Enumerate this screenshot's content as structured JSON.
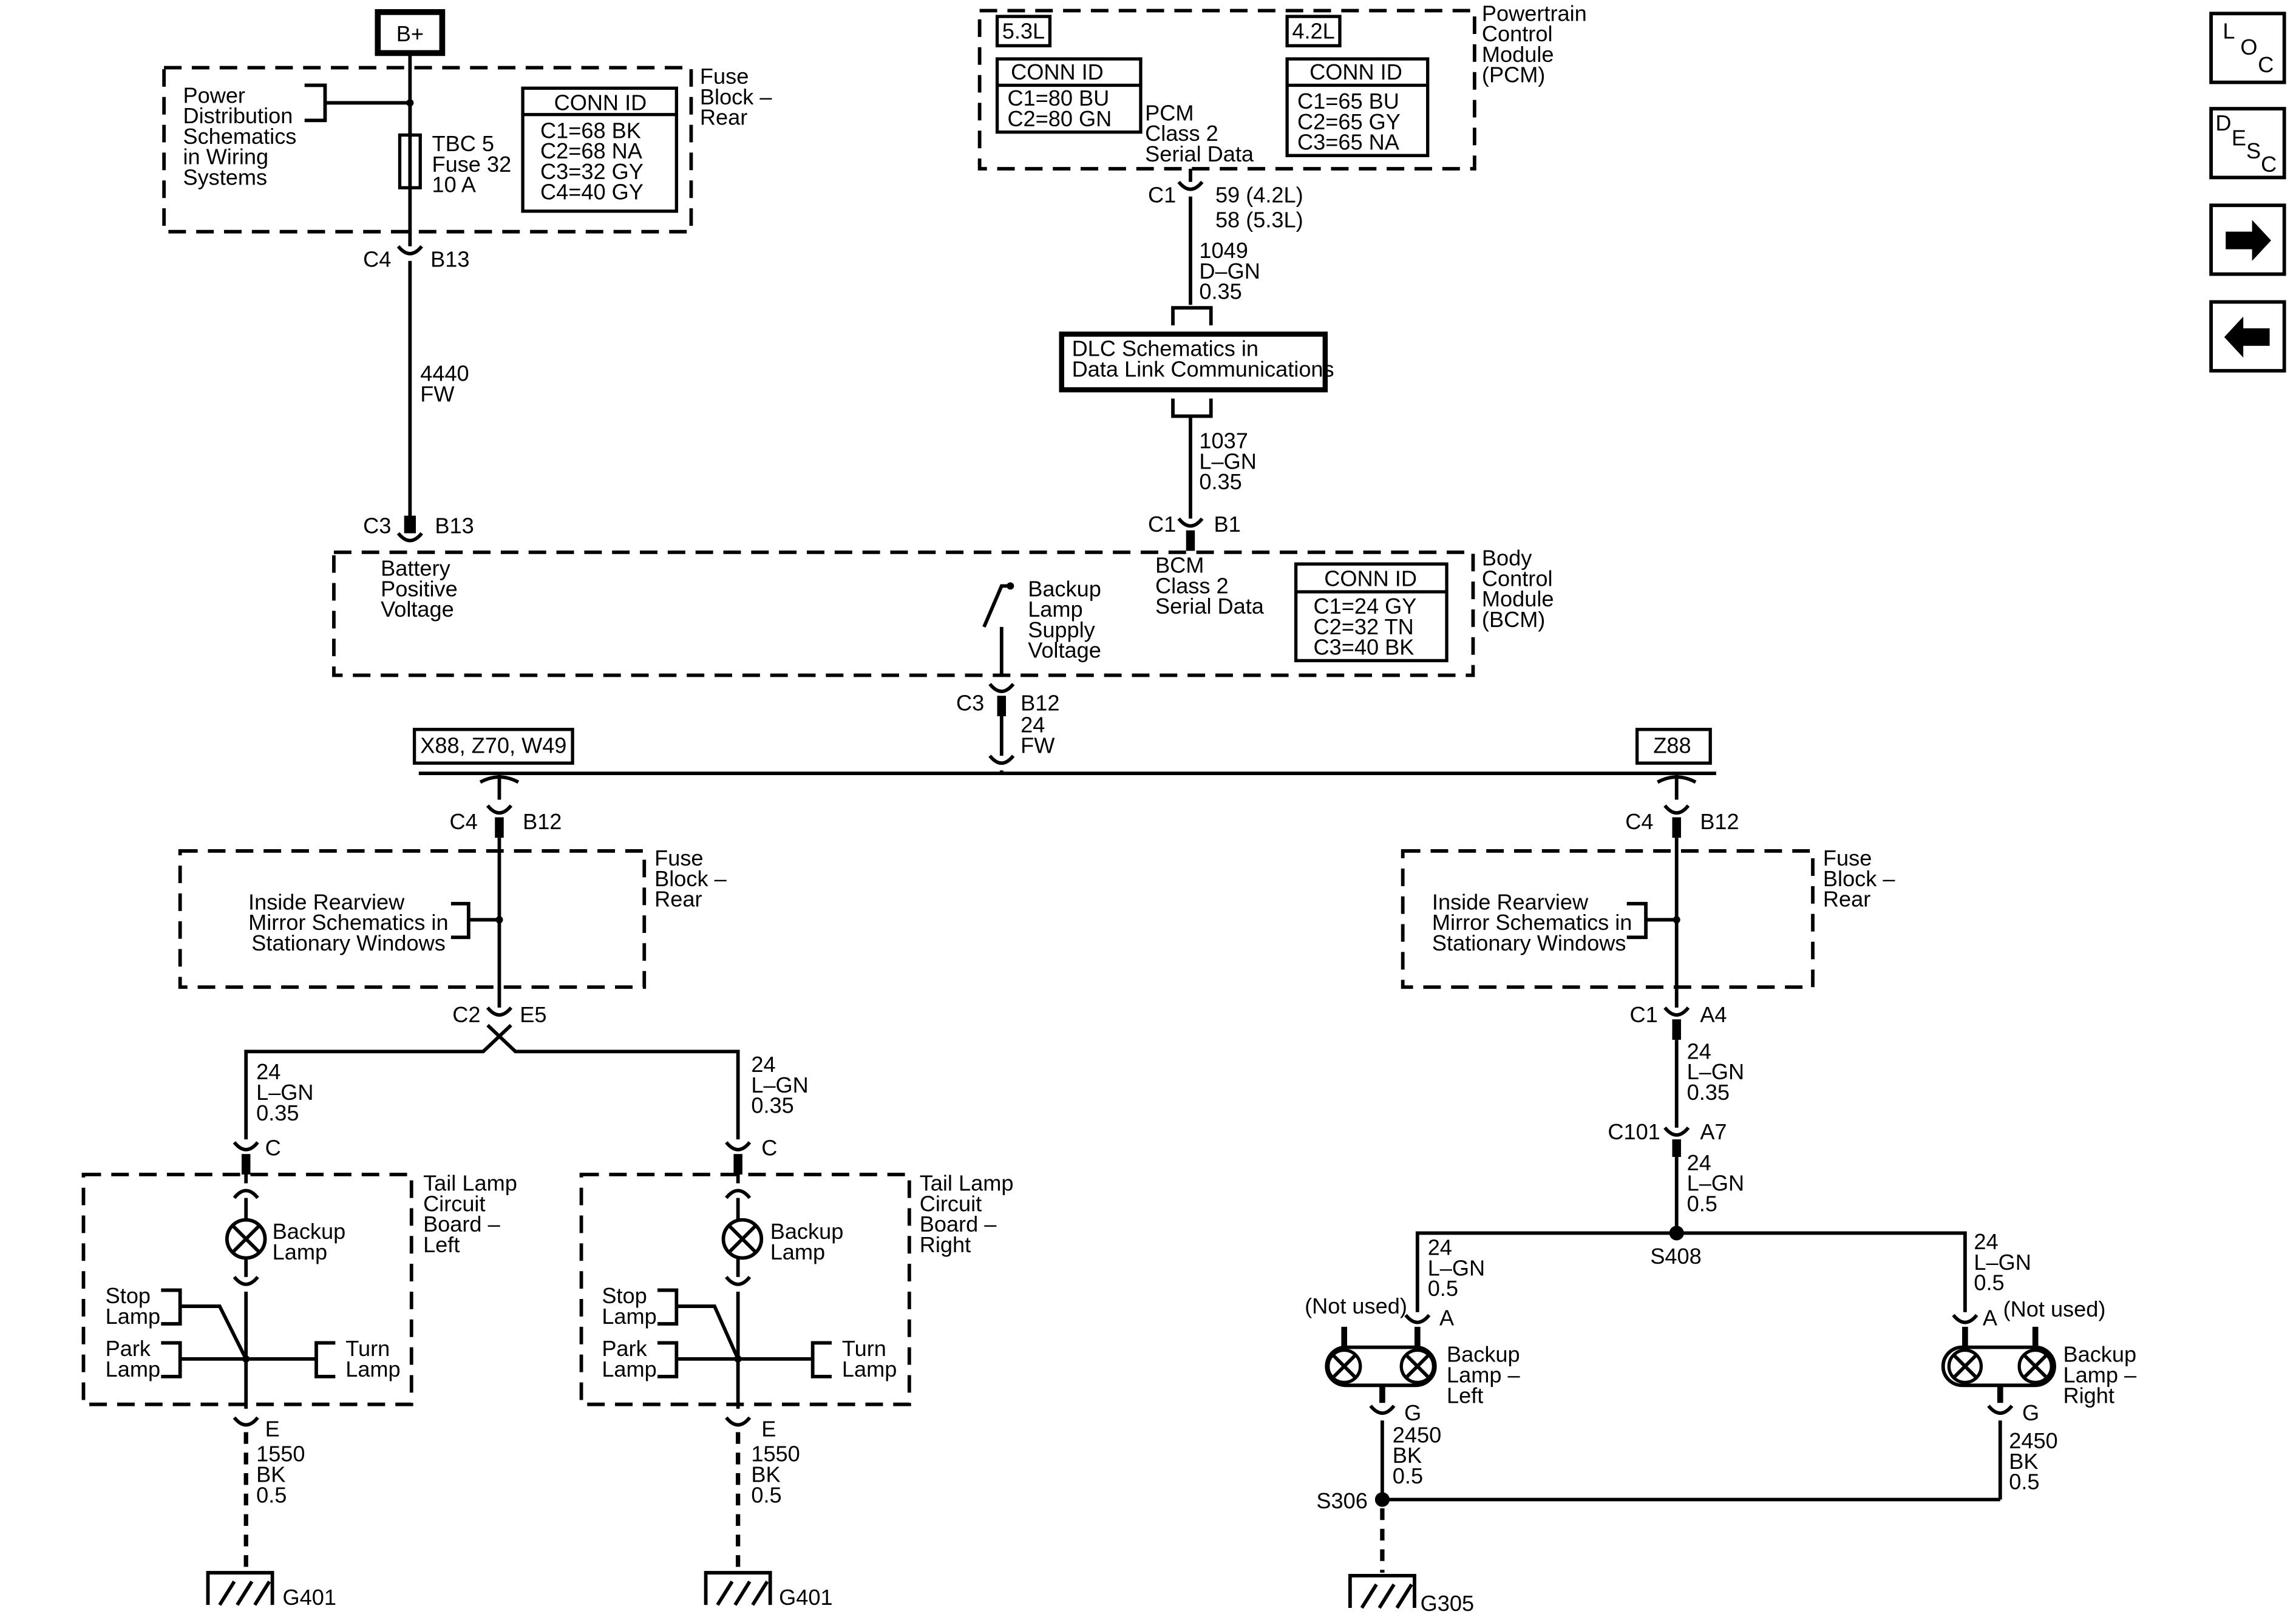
{
  "power": {
    "bplus": "B+",
    "fuse_block_rear": [
      "Fuse",
      "Block –",
      "Rear"
    ],
    "power_dist": [
      "Power",
      "Distribution",
      "Schematics",
      "in Wiring",
      "Systems"
    ],
    "fuse_label": [
      "TBC 5",
      "Fuse 32",
      "10 A"
    ],
    "conn_title": "CONN ID",
    "conn_lines": [
      "C1=68 BK",
      "C2=68 NA",
      "C3=32 GY",
      "C4=40 GY"
    ],
    "c4": "C4",
    "b13": "B13",
    "wire": [
      "4440",
      "FW"
    ],
    "c3": "C3",
    "b13_bottom": "B13"
  },
  "pcm": {
    "tag_53": "5.3L",
    "tag_42": "4.2L",
    "conn_title_a": "CONN ID",
    "conn_lines_a": [
      "C1=80 BU",
      "C2=80 GN"
    ],
    "conn_title_b": "CONN ID",
    "conn_lines_b": [
      "C1=65 BU",
      "C2=65 GY",
      "C3=65 NA"
    ],
    "serial_label": [
      "PCM",
      "Class 2",
      "Serial Data"
    ],
    "module_label": [
      "Powertrain",
      "Control",
      "Module",
      "(PCM)"
    ],
    "c1": "C1",
    "pins": [
      "59 (4.2L)",
      "58 (5.3L)"
    ],
    "wire": [
      "1049",
      "D–GN",
      "0.35"
    ]
  },
  "dlc": {
    "label": [
      "DLC Schematics in",
      "Data Link Communications"
    ],
    "wire": [
      "1037",
      "L–GN",
      "0.35"
    ],
    "c1": "C1",
    "b1": "B1"
  },
  "bcm": {
    "battery_label": [
      "Battery",
      "Positive",
      "Voltage"
    ],
    "backup_label": [
      "Backup",
      "Lamp",
      "Supply",
      "Voltage"
    ],
    "serial_label": [
      "BCM",
      "Class 2",
      "Serial Data"
    ],
    "conn_title": "CONN ID",
    "conn_lines": [
      "C1=24 GY",
      "C2=32 TN",
      "C3=40 BK"
    ],
    "module_label": [
      "Body",
      "Control",
      "Module",
      "(BCM)"
    ],
    "c3": "C3",
    "b12": "B12",
    "wire": [
      "24",
      "FW"
    ]
  },
  "options": {
    "left": "X88, Z70, W49",
    "right": "Z88"
  },
  "left_branch": {
    "c4": "C4",
    "b12": "B12",
    "fuse_block_rear": [
      "Fuse",
      "Block –",
      "Rear"
    ],
    "mirror_label": [
      "Inside Rearview",
      "Mirror Schematics in",
      "Stationary Windows"
    ],
    "c2": "C2",
    "e5": "E5",
    "wire_left": [
      "24",
      "L–GN",
      "0.35"
    ],
    "wire_right": [
      "24",
      "L–GN",
      "0.35"
    ],
    "pin_c_left": "C",
    "pin_c_right": "C",
    "board_left_label": [
      "Tail Lamp",
      "Circuit",
      "Board –",
      "Left"
    ],
    "board_right_label": [
      "Tail Lamp",
      "Circuit",
      "Board –",
      "Right"
    ],
    "backup_lamp": [
      "Backup",
      "Lamp"
    ],
    "stop_lamp": [
      "Stop",
      "Lamp"
    ],
    "park_lamp": [
      "Park",
      "Lamp"
    ],
    "turn_lamp": [
      "Turn",
      "Lamp"
    ],
    "pin_e": "E",
    "ground_wire": [
      "1550",
      "BK",
      "0.5"
    ],
    "ground": "G401"
  },
  "right_branch": {
    "c4": "C4",
    "b12": "B12",
    "fuse_block_rear": [
      "Fuse",
      "Block –",
      "Rear"
    ],
    "mirror_label": [
      "Inside Rearview",
      "Mirror Schematics in",
      "Stationary Windows"
    ],
    "c1": "C1",
    "a4": "A4",
    "wire_a": [
      "24",
      "L–GN",
      "0.35"
    ],
    "c101": "C101",
    "a7": "A7",
    "wire_b": [
      "24",
      "L–GN",
      "0.5"
    ],
    "splice": "S408",
    "wire_left": [
      "24",
      "L–GN",
      "0.5"
    ],
    "wire_right": [
      "24",
      "L–GN",
      "0.5"
    ],
    "not_used_left": "(Not used)",
    "not_used_right": "(Not used)",
    "pin_a": "A",
    "lamp_left": [
      "Backup",
      "Lamp –",
      "Left"
    ],
    "lamp_right": [
      "Backup",
      "Lamp –",
      "Right"
    ],
    "pin_g": "G",
    "ground_wire_left": [
      "2450",
      "BK",
      "0.5"
    ],
    "ground_wire_right": [
      "2450",
      "BK",
      "0.5"
    ],
    "splice_ground": "S306",
    "ground": "G305"
  },
  "nav": {
    "loc": [
      "L",
      "O",
      "C"
    ],
    "desc": [
      "D",
      "E",
      "S",
      "C"
    ],
    "next_icon": "arrow-right-icon",
    "prev_icon": "arrow-left-icon"
  }
}
